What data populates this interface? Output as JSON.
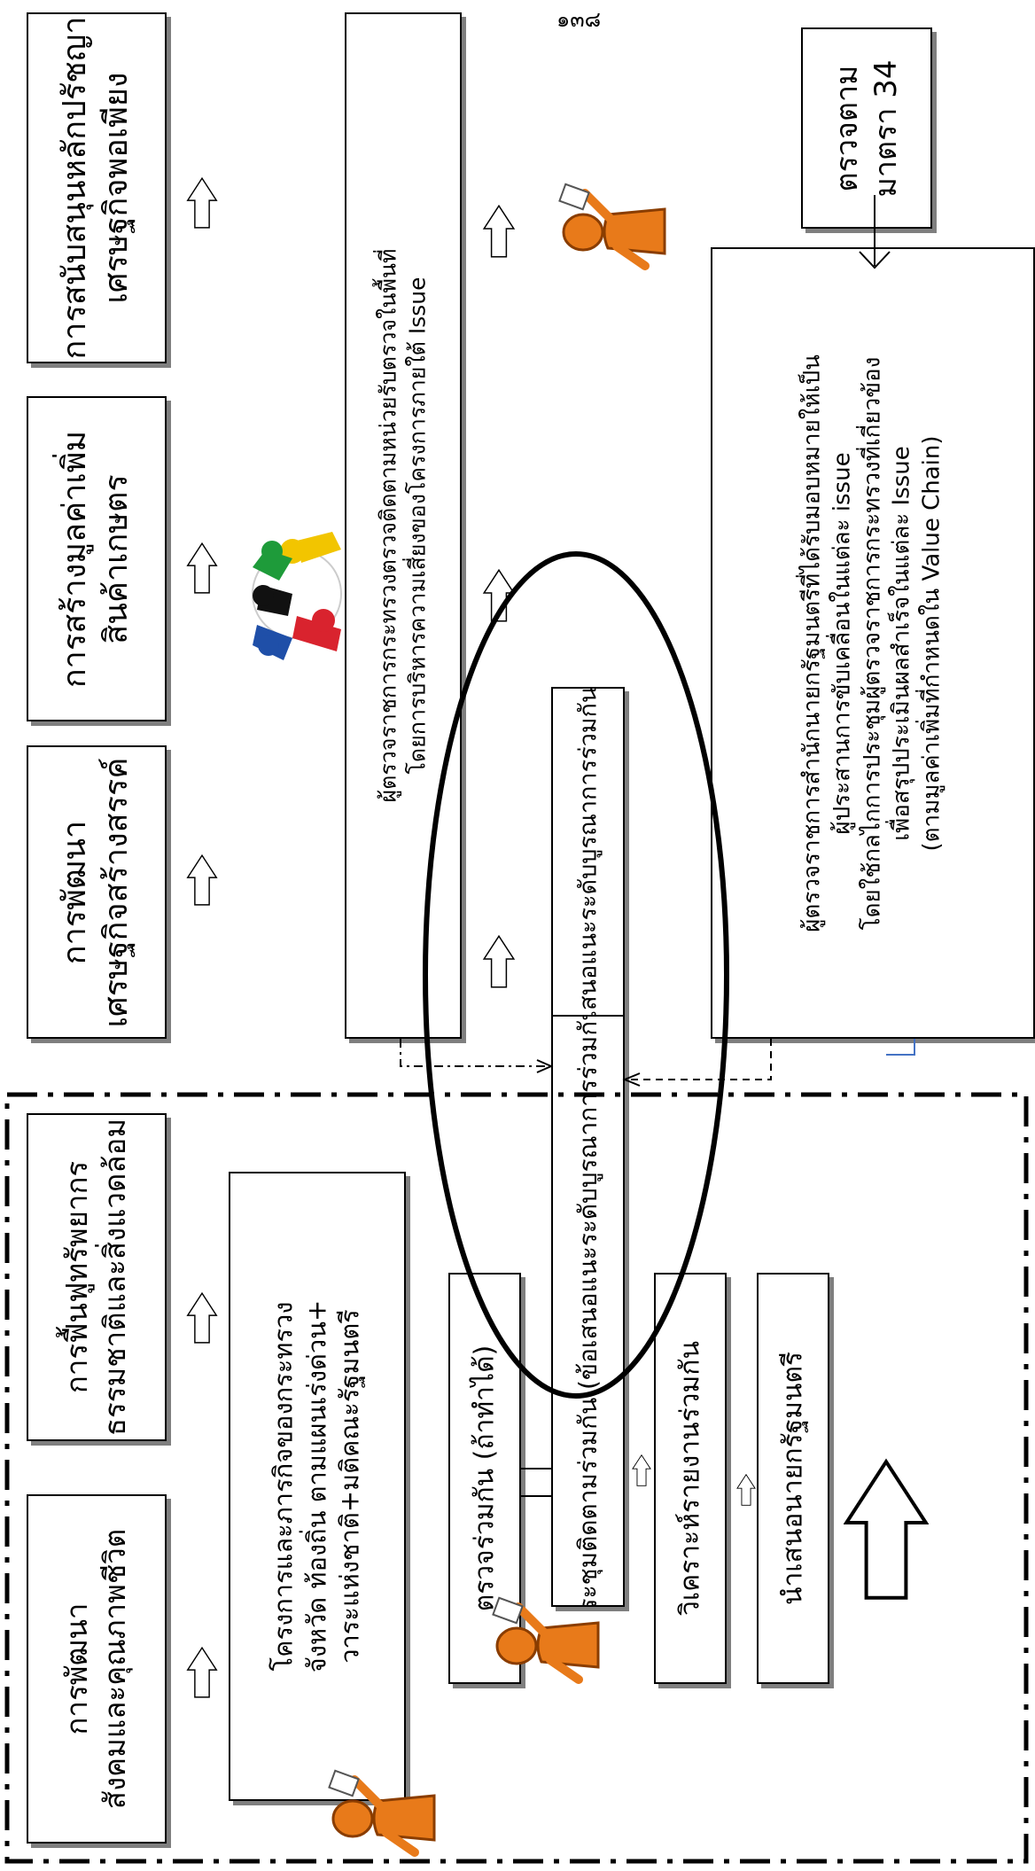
{
  "page_number": "๑๓๘",
  "strategy_boxes": [
    {
      "line1": "การสนับสนุนหลักปรัชญา",
      "line2": "เศรษฐกิจพอเพียง"
    },
    {
      "line1": "การสร้างมูลค่าเพิ่ม",
      "line2": "สินค้าเกษตร"
    },
    {
      "line1": "การพัฒนา",
      "line2": "เศรษฐกิจสร้างสรรค์"
    },
    {
      "line1": "การฟื้นฟูทรัพยากร",
      "line2": "ธรรมชาติและสิ่งแวดล้อม"
    },
    {
      "line1": "การพัฒนา",
      "line2": "สังคมและคุณภาพชีวิต"
    }
  ],
  "projects_box": {
    "line1": "โครงการและภารกิจของกระทรวง",
    "line2": "จังหวัด ท้องถิ่น ตามแผนเร่งด่วน+",
    "line3": "วาระแห่งชาติ+มติคณะรัฐมนตรี"
  },
  "ministry_inspectors": {
    "line1": "ผู้ตรวจราชการกระทรวงตรวจติดตามหน่วยรับตรวจในพื้นที่",
    "line2": "โดยการบริหารความเสี่ยงของโครงการภายใต้ Issue"
  },
  "recommendation_box": "ข้อเสนอแนะระดับบูรณาการร่วมกัน)",
  "pm_inspectors": {
    "line1": "ผู้ตรวจราชการสำนักนายกรัฐมนตรีที่ได้รับมอบหมายให้เป็น",
    "line2": "ผู้ประสานการขับเคลื่อนในแต่ละ issue",
    "line3": "โดยใช้กลไกการประชุมผู้ตรวจราชการกระทรวงที่เกี่ยวข้อง",
    "line4": "เพื่อสรุปประเมินผลสำเร็จในแต่ละ Issue",
    "line5": "(ตามมูลค่าเพิ่มที่กำหนดใน Value Chain)"
  },
  "section34_box": {
    "line1": "ตรวจตาม",
    "line2": "มาตรา 34"
  },
  "process_steps": {
    "joint_inspection": "ตรวจร่วมกัน (ถ้าทำได้)",
    "joint_meeting": "ประชุมติดตามร่วมกัน (ข้อเสนอแนะระดับบูรณาการร่วมกัน)",
    "joint_report": "วิเคราะห์รายงานร่วมกัน",
    "present_pm": "นำเสนอนายกรัฐมนตรี"
  },
  "colors": {
    "person_icon": "#E87A1A",
    "shadow": "#7F7F7F",
    "arrow_blue": "#4472C4"
  }
}
